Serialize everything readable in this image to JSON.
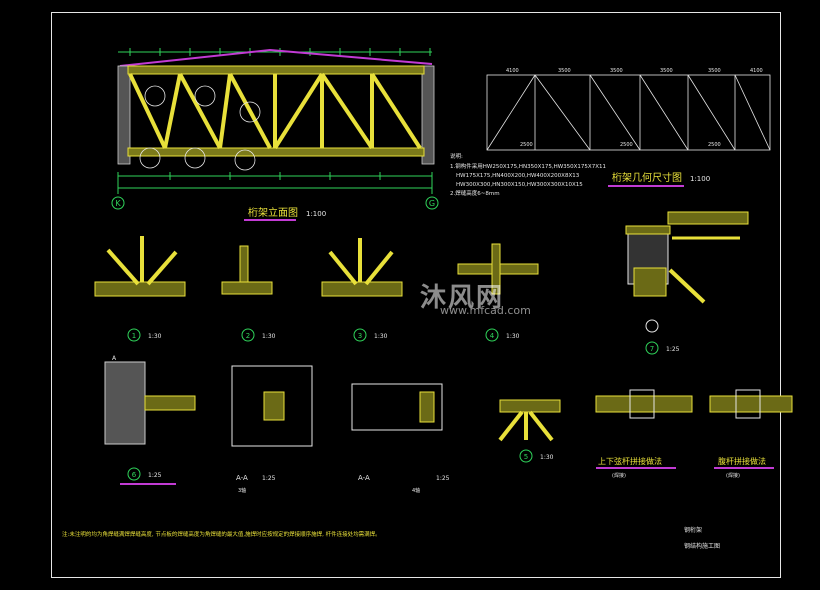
{
  "titles": {
    "truss_elevation": "桁架立面图",
    "truss_elevation_scale": "1:100",
    "truss_geometry": "桁架几何尺寸图",
    "truss_geometry_scale": "1:100"
  },
  "axes": {
    "left": "K",
    "right": "G"
  },
  "notes": {
    "head": "说明:",
    "line1": "1.钢构件采用HW250X175,HN350X175,HW350X175X7X11",
    "line2": "HW175X175,HN400X200,HW400X200X8X13",
    "line3": "HW300X300,HN300X150,HW300X300X10X15",
    "line4": "2.焊缝高度6~8mm"
  },
  "geometry_dims": {
    "top": [
      "4100",
      "3500",
      "3500",
      "3500",
      "3500",
      "4100"
    ],
    "bottom": [
      "2500",
      "2500",
      "2500"
    ]
  },
  "details": [
    {
      "num": "1",
      "scale": "1:30"
    },
    {
      "num": "2",
      "scale": "1:30"
    },
    {
      "num": "3",
      "scale": "1:30"
    },
    {
      "num": "4",
      "scale": "1:30"
    },
    {
      "num": "7",
      "scale": "1:25"
    },
    {
      "num": "6",
      "scale": "1:25"
    },
    {
      "num": "5",
      "scale": "1:30"
    }
  ],
  "sections": {
    "aa1_label": "A-A",
    "aa1_scale": "1:25",
    "aa1_sub": "3轴",
    "aa2_label": "A-A",
    "aa2_scale": "1:25",
    "aa2_sub": "4轴",
    "mark": "A"
  },
  "bottom_details": {
    "chord_joint": "上下弦杆拼接做法",
    "chord_joint_sub": "(焊接)",
    "web_joint": "腹杆拼接做法",
    "web_joint_sub": "(焊接)"
  },
  "bottom_note": "注:未注明的均为角焊缝满焊焊缝高度, 节点板的焊缝高度为角焊缝的最大值,施焊时应按规定的焊接顺序施焊, 杆件连接处均需满焊。",
  "title_block": {
    "line1": "钢桁架",
    "line2": "钢结构施工图"
  },
  "watermark": {
    "text": "沐风网",
    "url": "www.mfcad.com"
  }
}
